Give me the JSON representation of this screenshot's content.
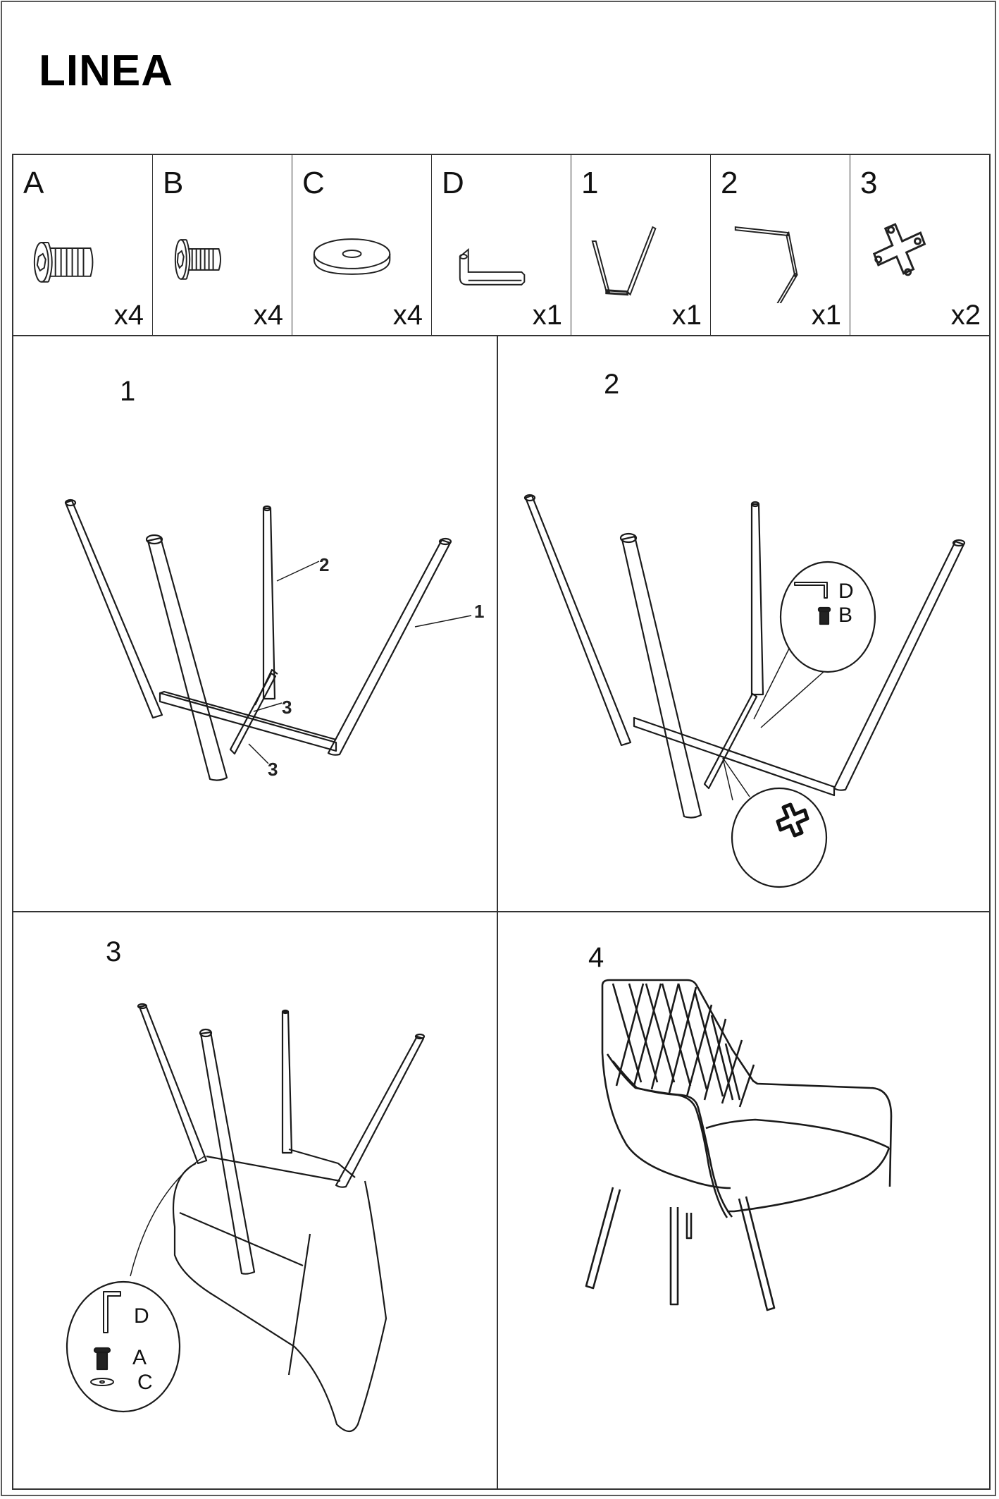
{
  "document": {
    "title": "LINEA"
  },
  "parts": [
    {
      "label": "A",
      "icon": "bolt-long-icon",
      "qty": "x4"
    },
    {
      "label": "B",
      "icon": "bolt-short-icon",
      "qty": "x4"
    },
    {
      "label": "C",
      "icon": "washer-icon",
      "qty": "x4"
    },
    {
      "label": "D",
      "icon": "allen-key-icon",
      "qty": "x1"
    },
    {
      "label": "1",
      "icon": "leg-frame-front-icon",
      "qty": "x1"
    },
    {
      "label": "2",
      "icon": "leg-frame-back-icon",
      "qty": "x1"
    },
    {
      "label": "3",
      "icon": "cross-bracket-icon",
      "qty": "x2"
    }
  ],
  "steps": [
    {
      "number": "1",
      "labels": [
        "2",
        "1",
        "3",
        "3"
      ],
      "description_icon": "leg-frames-crossed-drawing"
    },
    {
      "number": "2",
      "callouts": [
        {
          "icon": "allen-key-icon",
          "label": "D"
        },
        {
          "icon": "bolt-icon",
          "label": "B"
        },
        {
          "icon": "cross-bracket-icon",
          "label": ""
        }
      ]
    },
    {
      "number": "3",
      "callouts": [
        {
          "icon": "allen-key-icon",
          "label": "D"
        },
        {
          "icon": "bolt-icon",
          "label": "A"
        },
        {
          "icon": "washer-icon",
          "label": "C"
        }
      ]
    },
    {
      "number": "4",
      "description_icon": "assembled-armchair-drawing"
    }
  ],
  "colors": {
    "line": "#1a1a1a",
    "frame": "#5a5a5a",
    "background": "#ffffff"
  }
}
